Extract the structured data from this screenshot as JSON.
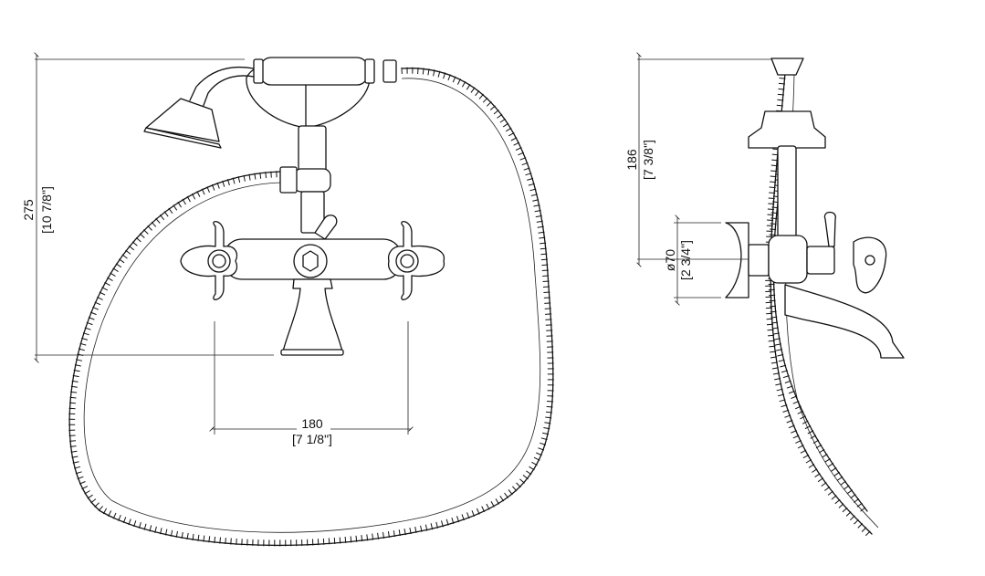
{
  "front_view": {
    "height_dim": {
      "value": "275",
      "imperial": "[10 7/8\"]"
    },
    "width_dim": {
      "value": "180",
      "imperial": "[7 1/8\"]"
    }
  },
  "side_view": {
    "height_dim": {
      "value": "186",
      "imperial": "[7 3/8\"]"
    },
    "diameter_dim": {
      "value": "ø70",
      "imperial": "[2 3/4\"]"
    }
  }
}
